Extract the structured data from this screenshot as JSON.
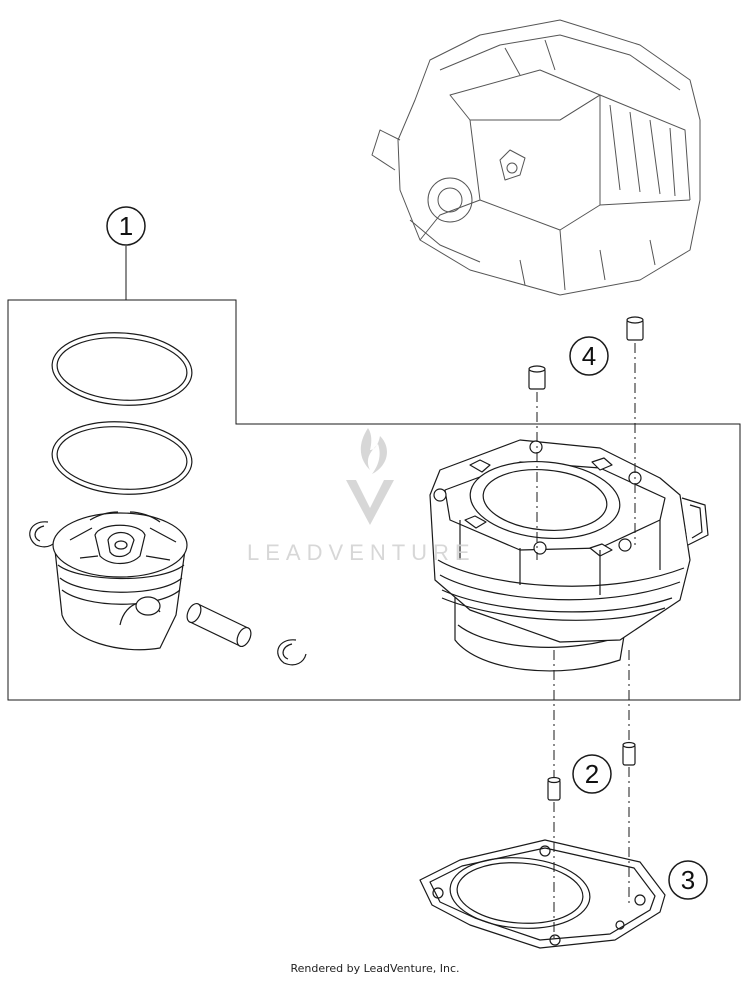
{
  "diagram": {
    "callouts": [
      {
        "label": "1"
      },
      {
        "label": "2"
      },
      {
        "label": "3"
      },
      {
        "label": "4"
      }
    ],
    "watermark_text": "LEADVENTURE",
    "footer_text": "Rendered by LeadVenture, Inc.",
    "colors": {
      "line": "#1a1a1a",
      "watermark": "#d3d3d3",
      "background": "#ffffff"
    }
  }
}
